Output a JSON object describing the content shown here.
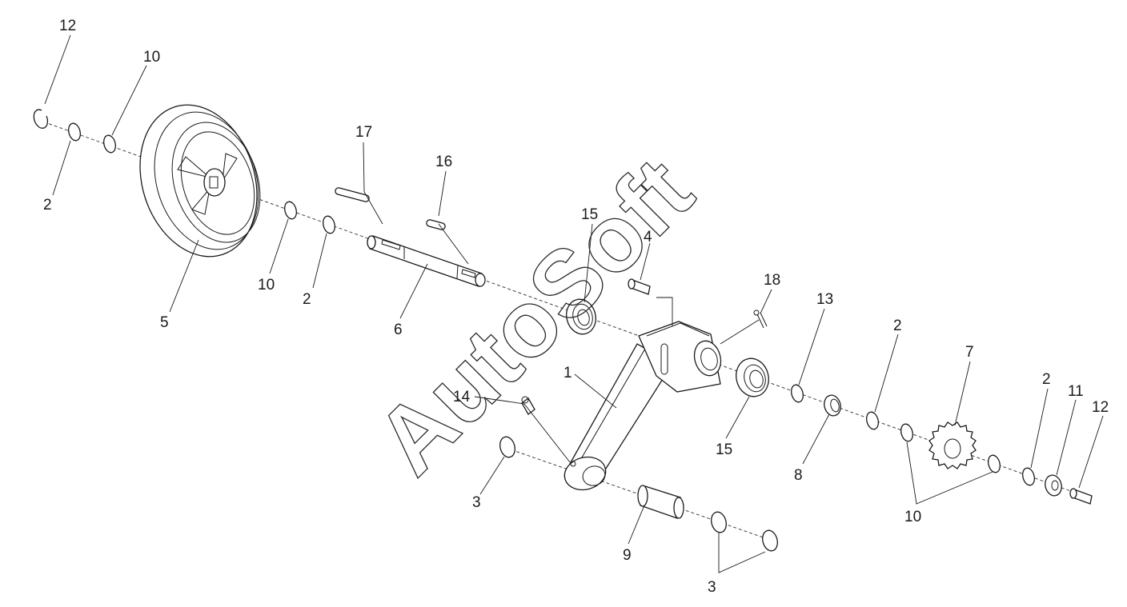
{
  "diagram": {
    "watermark": "AutoSoft",
    "callouts": {
      "c1": "1",
      "c2a": "2",
      "c2b": "2",
      "c2c": "2",
      "c2d": "2",
      "c3a": "3",
      "c3b": "3",
      "c4": "4",
      "c5": "5",
      "c6": "6",
      "c7": "7",
      "c8": "8",
      "c9": "9",
      "c10a": "10",
      "c10b": "10",
      "c10c": "10",
      "c11": "11",
      "c12a": "12",
      "c12b": "12",
      "c13": "13",
      "c14": "14",
      "c15a": "15",
      "c15b": "15",
      "c16": "16",
      "c17": "17",
      "c18": "18"
    }
  }
}
